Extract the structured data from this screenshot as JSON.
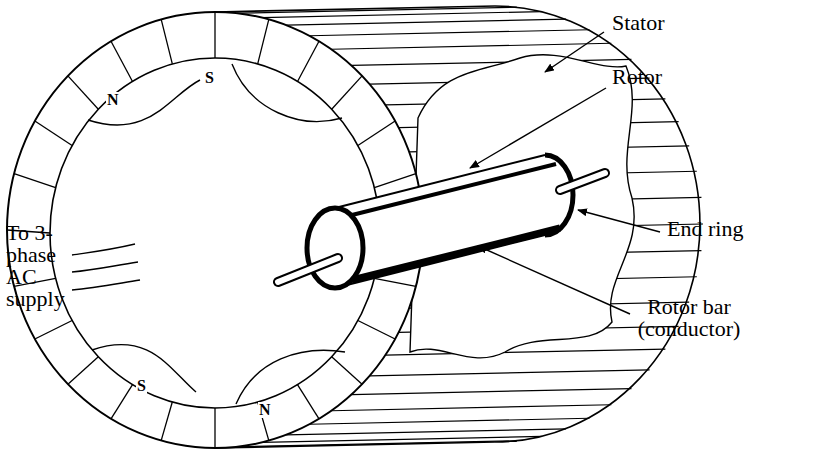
{
  "diagram": {
    "labels": [
      "Stator",
      "Rotor",
      "End ring",
      "Rotor bar (conductor)",
      "To 3-phase AC supply",
      "N",
      "S",
      "S",
      "N"
    ]
  }
}
